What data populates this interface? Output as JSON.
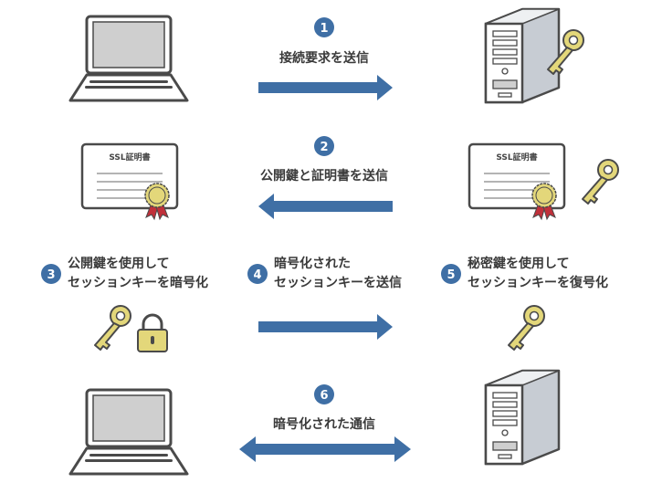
{
  "colors": {
    "accent": "#3f6fa5",
    "key": "#e3d77a",
    "outline": "#4a4a4a",
    "screen": "#cfcfcf",
    "ribbon": "#c0303a"
  },
  "steps": [
    {
      "number": "1",
      "lines": [
        "接続要求を送信"
      ]
    },
    {
      "number": "2",
      "lines": [
        "公開鍵と証明書を送信"
      ]
    },
    {
      "number": "3",
      "lines": [
        "公開鍵を使用して",
        "セッションキーを暗号化"
      ]
    },
    {
      "number": "4",
      "lines": [
        "暗号化された",
        "セッションキーを送信"
      ]
    },
    {
      "number": "5",
      "lines": [
        "秘密鍵を使用して",
        "セッションキーを復号化"
      ]
    },
    {
      "number": "6",
      "lines": [
        "暗号化された通信"
      ]
    }
  ],
  "certificate": {
    "title": "SSL証明書"
  },
  "icons": [
    "laptop-icon",
    "server-icon",
    "key-icon",
    "certificate-icon",
    "padlock-icon",
    "arrow-right-icon",
    "arrow-left-icon",
    "double-arrow-icon"
  ]
}
